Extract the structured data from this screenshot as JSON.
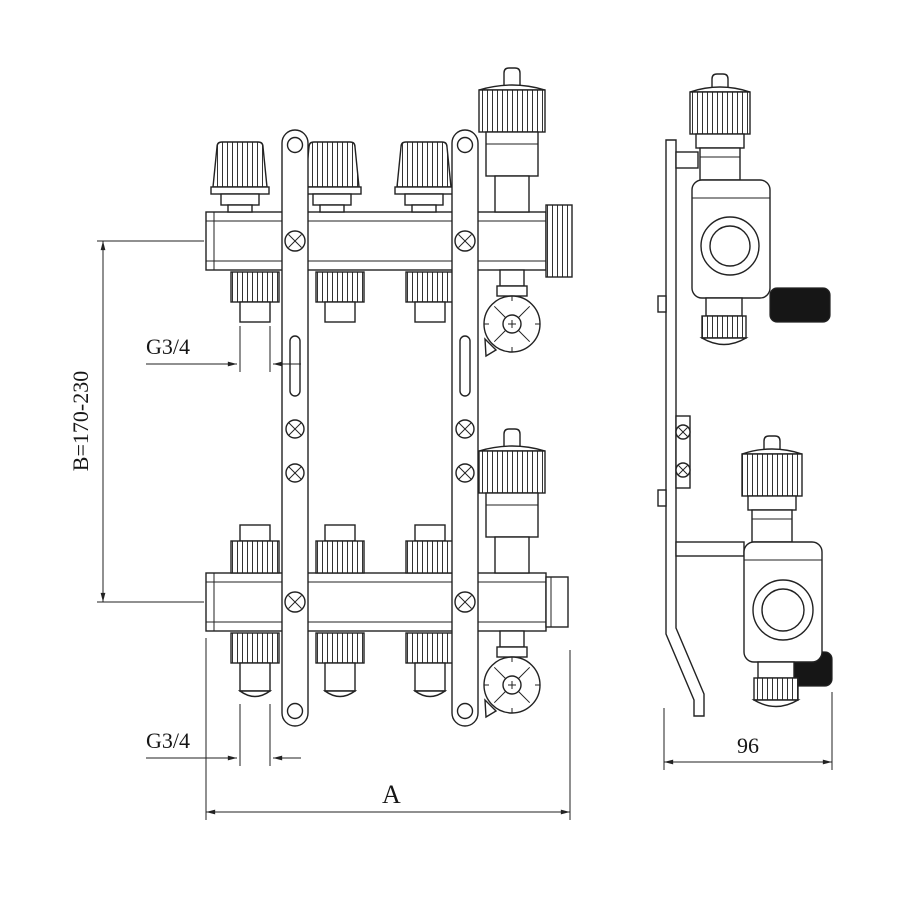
{
  "labels": {
    "height_range": "B=170-230",
    "thread_top": "G3/4",
    "thread_bottom": "G3/4",
    "width": "A",
    "depth": "96"
  },
  "colors": {
    "line": "#222222",
    "dark_fill": "#161616",
    "background": "#ffffff"
  }
}
